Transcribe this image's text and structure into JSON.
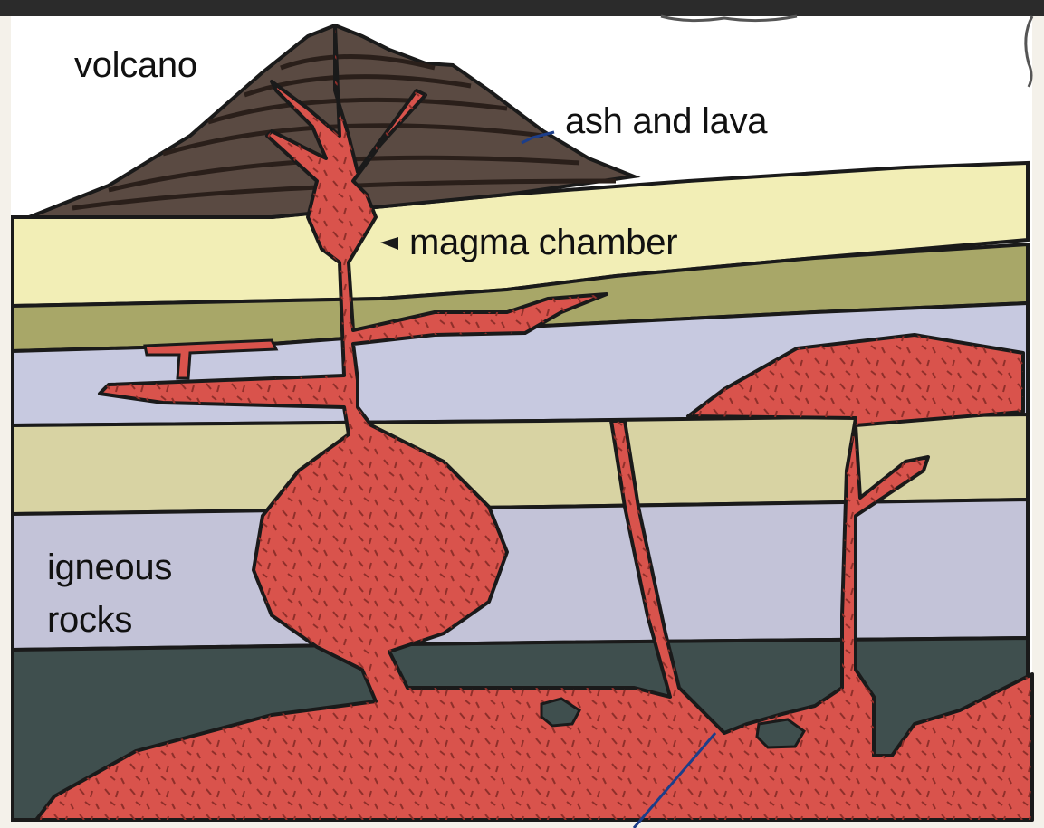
{
  "labels": {
    "volcano": "volcano",
    "ash_lava": "ash and lava",
    "magma_chamber": "magma chamber",
    "igneous_rocks": "igneous rocks"
  },
  "colors": {
    "top_bar": "#2b2b2b",
    "sky": "#ffffff",
    "volcano": "#5a4a42",
    "volcano_lines": "#2a1f1a",
    "layer_cream": "#f2eeb6",
    "layer_olive": "#a8a768",
    "layer_lavender": "#c7c9e0",
    "layer_khaki": "#d8d3a3",
    "layer_slate": "#c3c3d8",
    "layer_dark": "#3f4f4e",
    "magma": "#d9534c",
    "magma_flecks": "#8f2f2a",
    "outline": "#1a1a1a",
    "pointer_blue": "#1c3e8a"
  }
}
